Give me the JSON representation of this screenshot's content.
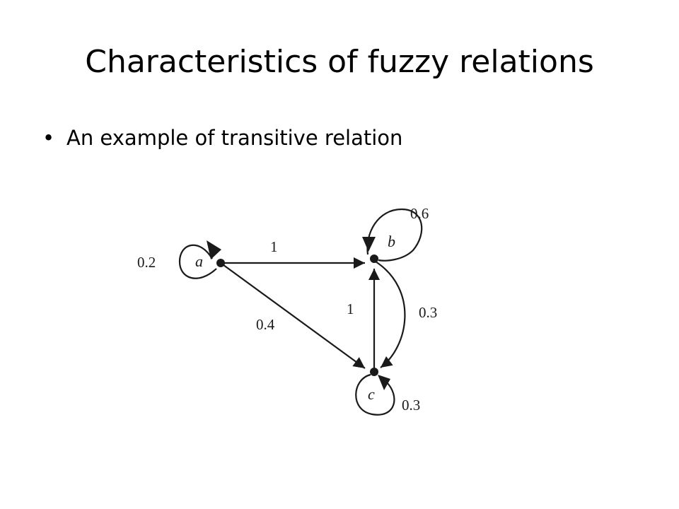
{
  "slide": {
    "title": "Characteristics of fuzzy relations",
    "bullet_glyph": "•",
    "bullets": [
      "An example of transitive relation"
    ]
  },
  "diagram": {
    "nodes": [
      {
        "id": "a",
        "label": "a"
      },
      {
        "id": "b",
        "label": "b"
      },
      {
        "id": "c",
        "label": "c"
      }
    ],
    "edges": [
      {
        "from": "a",
        "to": "a",
        "weight": "0.2"
      },
      {
        "from": "a",
        "to": "b",
        "weight": "1"
      },
      {
        "from": "a",
        "to": "c",
        "weight": "0.4"
      },
      {
        "from": "b",
        "to": "b",
        "weight": "0.6"
      },
      {
        "from": "b",
        "to": "c",
        "weight": "0.3"
      },
      {
        "from": "c",
        "to": "b",
        "weight": "1"
      },
      {
        "from": "c",
        "to": "c",
        "weight": "0.3"
      }
    ]
  }
}
